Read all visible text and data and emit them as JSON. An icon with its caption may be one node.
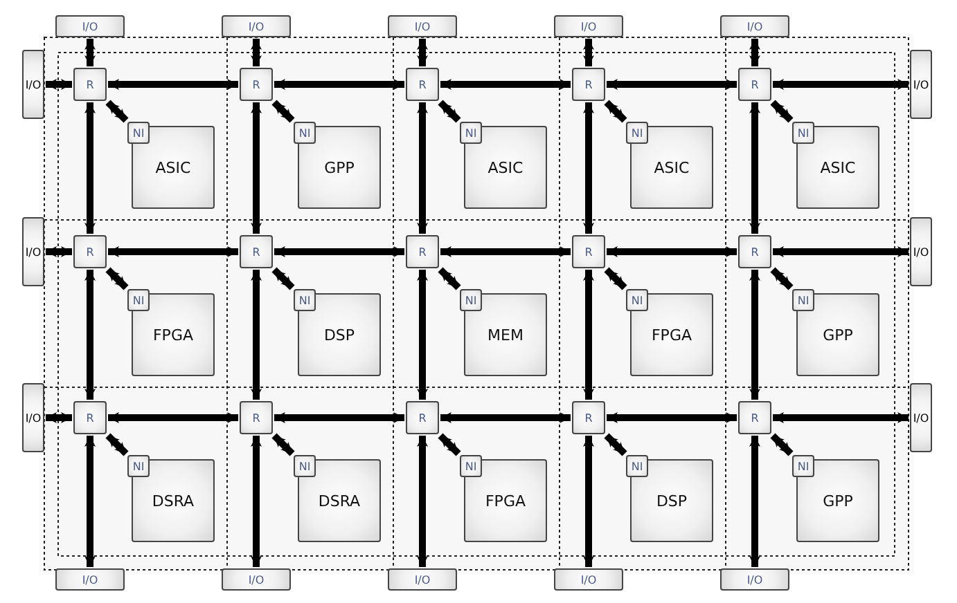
{
  "diagram": {
    "nodes": [
      {
        "text": [
          "I/O"
        ]
      },
      {
        "text": [
          "I/O"
        ]
      },
      {
        "text": [
          "I/O"
        ]
      },
      {
        "text": [
          "I/O"
        ]
      },
      {
        "text": [
          "I/O"
        ]
      },
      {
        "text": [
          "I/O"
        ]
      },
      {
        "text": [
          "R"
        ]
      },
      {
        "text": [
          "NI"
        ]
      },
      {
        "text": [
          "ASIC"
        ]
      },
      {
        "text": [
          "R"
        ]
      },
      {
        "text": [
          "NI"
        ]
      },
      {
        "text": [
          "GPP"
        ]
      },
      {
        "text": [
          "R"
        ]
      },
      {
        "text": [
          "NI"
        ]
      },
      {
        "text": [
          "ASIC"
        ]
      },
      {
        "text": [
          "R"
        ]
      },
      {
        "text": [
          "NI"
        ]
      },
      {
        "text": [
          "ASIC"
        ]
      },
      {
        "text": [
          "R"
        ]
      },
      {
        "text": [
          "NI"
        ]
      },
      {
        "text": [
          "ASIC"
        ]
      },
      {
        "text": [
          "I/O"
        ]
      },
      {
        "text": [
          "I/O"
        ]
      },
      {
        "text": [
          "R"
        ]
      },
      {
        "text": [
          "NI"
        ]
      },
      {
        "text": [
          "FPGA"
        ]
      },
      {
        "text": [
          "R"
        ]
      },
      {
        "text": [
          "NI"
        ]
      },
      {
        "text": [
          "DSP"
        ]
      },
      {
        "text": [
          "R"
        ]
      },
      {
        "text": [
          "NI"
        ]
      },
      {
        "text": [
          "MEM"
        ]
      },
      {
        "text": [
          "R"
        ]
      },
      {
        "text": [
          "NI"
        ]
      },
      {
        "text": [
          "FPGA"
        ]
      },
      {
        "text": [
          "R"
        ]
      },
      {
        "text": [
          "NI"
        ]
      },
      {
        "text": [
          "GPP"
        ]
      },
      {
        "text": [
          "I/O"
        ]
      },
      {
        "text": [
          "I/O"
        ]
      },
      {
        "text": [
          "R"
        ]
      },
      {
        "text": [
          "NI"
        ]
      },
      {
        "text": [
          "DSRA"
        ]
      },
      {
        "text": [
          "R"
        ]
      },
      {
        "text": [
          "NI"
        ]
      },
      {
        "text": [
          "DSRA"
        ]
      },
      {
        "text": [
          "R"
        ]
      },
      {
        "text": [
          "NI"
        ]
      },
      {
        "text": [
          "FPGA"
        ]
      },
      {
        "text": [
          "R"
        ]
      },
      {
        "text": [
          "NI"
        ]
      },
      {
        "text": [
          "DSP"
        ]
      },
      {
        "text": [
          "R"
        ]
      },
      {
        "text": [
          "NI"
        ]
      },
      {
        "text": [
          "GPP"
        ]
      },
      {
        "text": [
          "I/O"
        ]
      },
      {
        "text": [
          "I/O"
        ]
      },
      {
        "text": [
          "I/O"
        ]
      },
      {
        "text": [
          "I/O"
        ]
      },
      {
        "text": [
          "I/O"
        ]
      },
      {
        "text": [
          "I/O"
        ]
      }
    ],
    "edges": [
      {
        "from": 0,
        "to": 6,
        "arrow": "both"
      },
      {
        "from": 1,
        "to": 9,
        "arrow": "both"
      },
      {
        "from": 2,
        "to": 12,
        "arrow": "both"
      },
      {
        "from": 3,
        "to": 15,
        "arrow": "both"
      },
      {
        "from": 4,
        "to": 18,
        "arrow": "both"
      },
      {
        "from": 5,
        "to": 6,
        "arrow": "both"
      },
      {
        "from": 6,
        "to": 9,
        "arrow": "both"
      },
      {
        "from": 9,
        "to": 12,
        "arrow": "both"
      },
      {
        "from": 12,
        "to": 15,
        "arrow": "both"
      },
      {
        "from": 15,
        "to": 18,
        "arrow": "both"
      },
      {
        "from": 18,
        "to": 21,
        "arrow": "both"
      },
      {
        "from": 22,
        "to": 23,
        "arrow": "both"
      },
      {
        "from": 23,
        "to": 26,
        "arrow": "both"
      },
      {
        "from": 26,
        "to": 29,
        "arrow": "both"
      },
      {
        "from": 29,
        "to": 32,
        "arrow": "both"
      },
      {
        "from": 32,
        "to": 35,
        "arrow": "both"
      },
      {
        "from": 35,
        "to": 38,
        "arrow": "both"
      },
      {
        "from": 39,
        "to": 40,
        "arrow": "both"
      },
      {
        "from": 40,
        "to": 43,
        "arrow": "both"
      },
      {
        "from": 43,
        "to": 46,
        "arrow": "both"
      },
      {
        "from": 46,
        "to": 49,
        "arrow": "both"
      },
      {
        "from": 49,
        "to": 52,
        "arrow": "both"
      },
      {
        "from": 52,
        "to": 55,
        "arrow": "both"
      },
      {
        "from": 6,
        "to": 23,
        "arrow": "both"
      },
      {
        "from": 9,
        "to": 26,
        "arrow": "both"
      },
      {
        "from": 12,
        "to": 29,
        "arrow": "both"
      },
      {
        "from": 15,
        "to": 32,
        "arrow": "both"
      },
      {
        "from": 18,
        "to": 35,
        "arrow": "both"
      },
      {
        "from": 23,
        "to": 40,
        "arrow": "both"
      },
      {
        "from": 26,
        "to": 43,
        "arrow": "both"
      },
      {
        "from": 29,
        "to": 46,
        "arrow": "both"
      },
      {
        "from": 32,
        "to": 49,
        "arrow": "both"
      },
      {
        "from": 35,
        "to": 52,
        "arrow": "both"
      },
      {
        "from": 40,
        "to": 56,
        "arrow": "both"
      },
      {
        "from": 43,
        "to": 57,
        "arrow": "both"
      },
      {
        "from": 46,
        "to": 58,
        "arrow": "both"
      },
      {
        "from": 49,
        "to": 59,
        "arrow": "both"
      },
      {
        "from": 52,
        "to": 60,
        "arrow": "both"
      },
      {
        "from": 6,
        "to": 7,
        "arrow": "both"
      },
      {
        "from": 9,
        "to": 10,
        "arrow": "both"
      },
      {
        "from": 12,
        "to": 13,
        "arrow": "both"
      },
      {
        "from": 15,
        "to": 16,
        "arrow": "both"
      },
      {
        "from": 18,
        "to": 19,
        "arrow": "both"
      },
      {
        "from": 23,
        "to": 24,
        "arrow": "both"
      },
      {
        "from": 26,
        "to": 27,
        "arrow": "both"
      },
      {
        "from": 29,
        "to": 30,
        "arrow": "both"
      },
      {
        "from": 32,
        "to": 33,
        "arrow": "both"
      },
      {
        "from": 35,
        "to": 36,
        "arrow": "both"
      },
      {
        "from": 40,
        "to": 41,
        "arrow": "both"
      },
      {
        "from": 43,
        "to": 44,
        "arrow": "both"
      },
      {
        "from": 46,
        "to": 47,
        "arrow": "both"
      },
      {
        "from": 49,
        "to": 50,
        "arrow": "both"
      },
      {
        "from": 52,
        "to": 53,
        "arrow": "both"
      }
    ]
  }
}
